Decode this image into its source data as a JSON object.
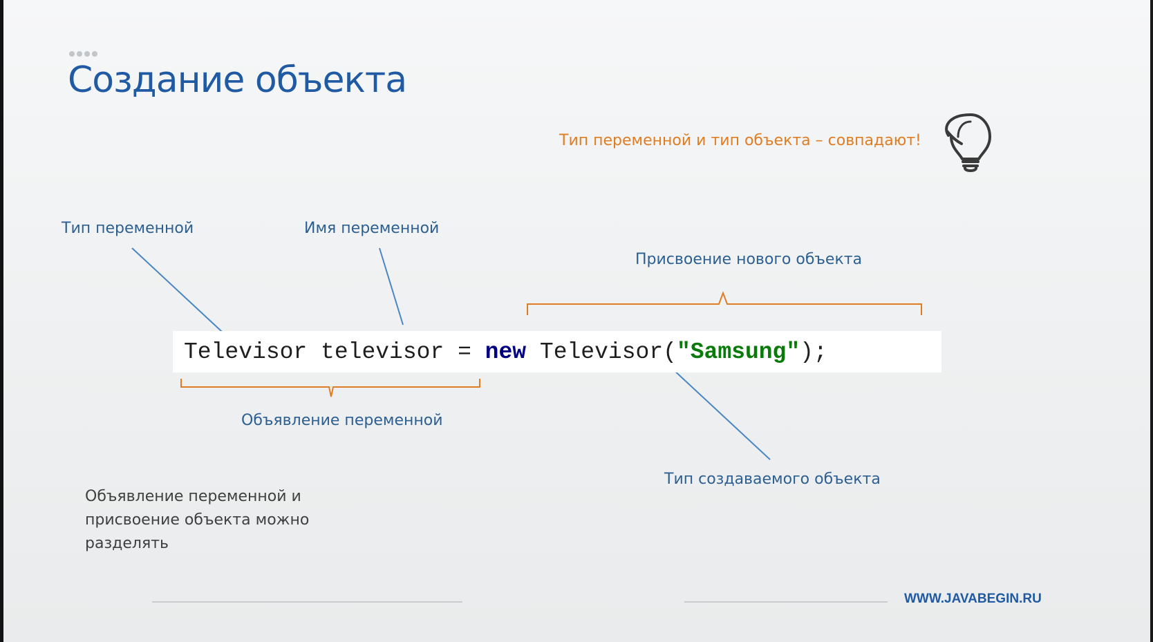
{
  "slide": {
    "title": "Создание объекта",
    "tip": "Тип переменной и тип объекта – совпадают!",
    "tip_icon": "lightbulb-icon",
    "labels": {
      "variable_type": "Тип переменной",
      "variable_name": "Имя переменной",
      "new_object_assignment": "Присвоение нового объекта",
      "variable_declaration": "Объявление переменной",
      "created_object_type": "Тип создаваемого объекта"
    },
    "code": {
      "declaration": "Televisor televisor = ",
      "keyword": "new",
      "constructor": " Televisor(",
      "argument": "\"Samsung\"",
      "ending": ");"
    },
    "note": "Объявление переменной и присвоение объекта можно разделять",
    "footer_url": "WWW.JAVABEGIN.RU"
  },
  "colors": {
    "title": "#1f5aa3",
    "labels": "#2d5f91",
    "tip": "#e07d22",
    "brace": "#e07d22",
    "pointer_line": "#4a86c0",
    "keyword": "#000080",
    "string": "#0a7a0a",
    "note": "#404040"
  }
}
